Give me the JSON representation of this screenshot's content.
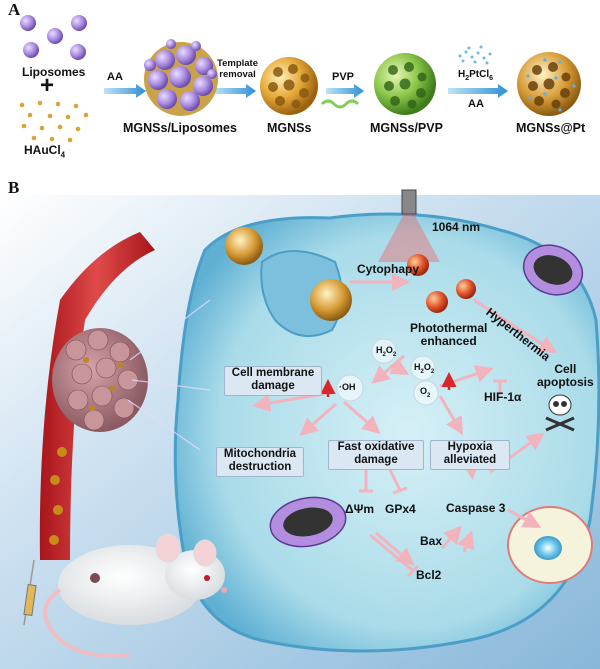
{
  "panel_a": {
    "letter": "A",
    "liposomes": "Liposomes",
    "plus": "+",
    "haucl4": "HAuCl",
    "haucl4_sub": "4",
    "arrow1": "AA",
    "arrow2_line1": "Template",
    "arrow2_line2": "removal",
    "arrow3": "PVP",
    "arrow4_top": "H",
    "arrow4_top_sub1": "2",
    "arrow4_top_mid": "PtCl",
    "arrow4_top_sub2": "6",
    "arrow4_bottom": "AA",
    "stage1": "MGNSs/Liposomes",
    "stage2": "MGNSs",
    "stage3": "MGNSs/PVP",
    "stage4": "MGNSs@Pt"
  },
  "panel_b": {
    "letter": "B",
    "laser": "1064 nm",
    "cytophagy": "Cytophapy",
    "hyperthermia": "Hyperthermia",
    "photothermal_line1": "Photothermal",
    "photothermal_line2": "enhanced",
    "h2o2": "H",
    "h2o2_sub": "2",
    "h2o2_o": "O",
    "h2o2_sub2": "2",
    "oh": "·OH",
    "o2": "O",
    "o2_sub": "2",
    "hif": "HIF-1α",
    "cell_apoptosis_line1": "Cell",
    "cell_apoptosis_line2": "apoptosis",
    "membrane_line1": "Cell membrane",
    "membrane_line2": "damage",
    "mito_line1": "Mitochondria",
    "mito_line2": "destruction",
    "oxidative_line1": "Fast oxidative",
    "oxidative_line2": "damage",
    "hypoxia_line1": "Hypoxia",
    "hypoxia_line2": "alleviated",
    "dpsi": "ΔΨm",
    "gpx4": "GPx4",
    "caspase": "Caspase 3",
    "bax": "Bax",
    "bcl2": "Bcl2"
  },
  "colors": {
    "cell_fill": "#bfe6ef",
    "cell_rim": "#5aa9cf",
    "background_blue": "#a9cde6",
    "box_fill": "#dbe8f3",
    "arrow_pink": "#f2b3bd",
    "arrow_blue": "#4da3dd",
    "red_arrow": "#d9262a",
    "gold": "#c98a1b",
    "purple": "#8a6bc7",
    "green": "#78b53c"
  }
}
